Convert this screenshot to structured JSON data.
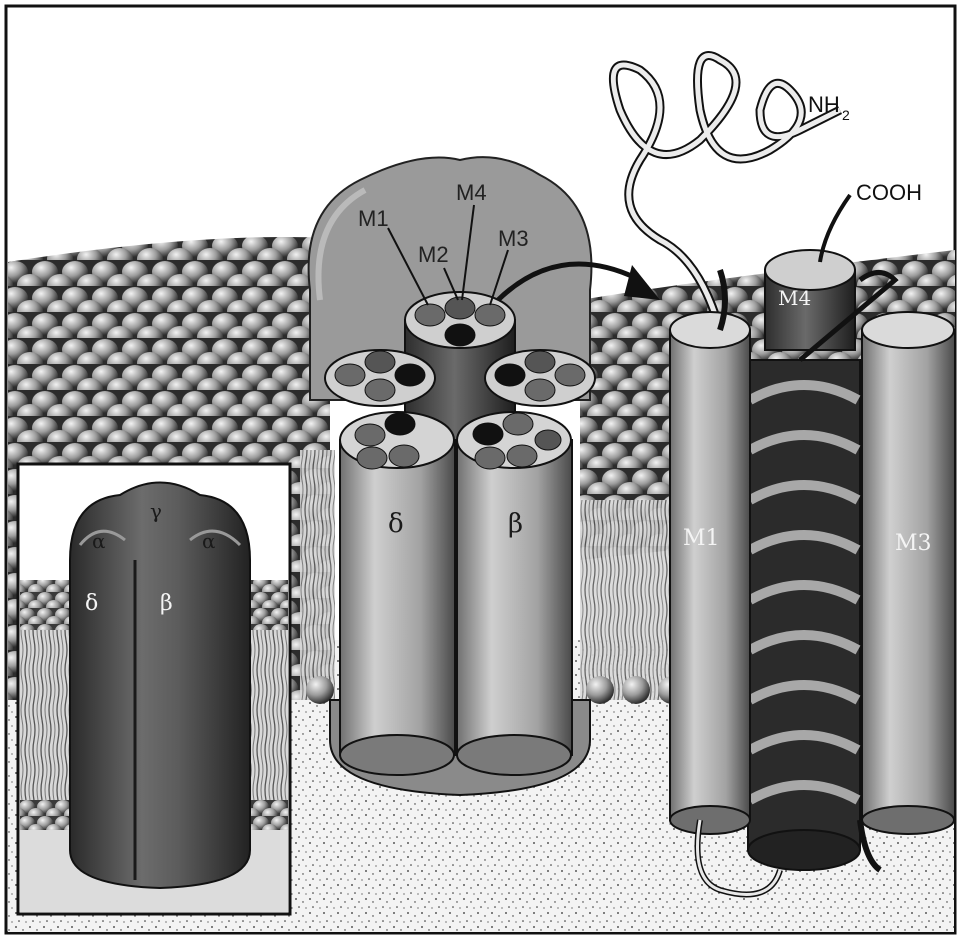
{
  "figure": {
    "colors": {
      "frame": "#111111",
      "membrane_light": "#e6e6e6",
      "membrane_dark": "#3a3a3a",
      "protein_mid": "#9a9a9a",
      "protein_dark": "#4a4a4a",
      "cytoplasm_stipple": "#2b2b2b"
    },
    "main_complex": {
      "helix_labels": {
        "m1": "M1",
        "m2": "M2",
        "m3": "M3",
        "m4": "M4"
      },
      "subunit_labels": {
        "delta": "δ",
        "beta": "β"
      }
    },
    "subunit_detail": {
      "terminus_labels": {
        "nh2": "NH",
        "nh2_subscript": "2",
        "cooh": "COOH"
      },
      "helix_labels": {
        "m1": "M1",
        "m3": "M3",
        "m4": "M4"
      }
    },
    "inset": {
      "subunit_labels": {
        "alpha_left": "α",
        "gamma": "γ",
        "alpha_right": "α",
        "delta": "δ",
        "beta": "β"
      }
    }
  }
}
